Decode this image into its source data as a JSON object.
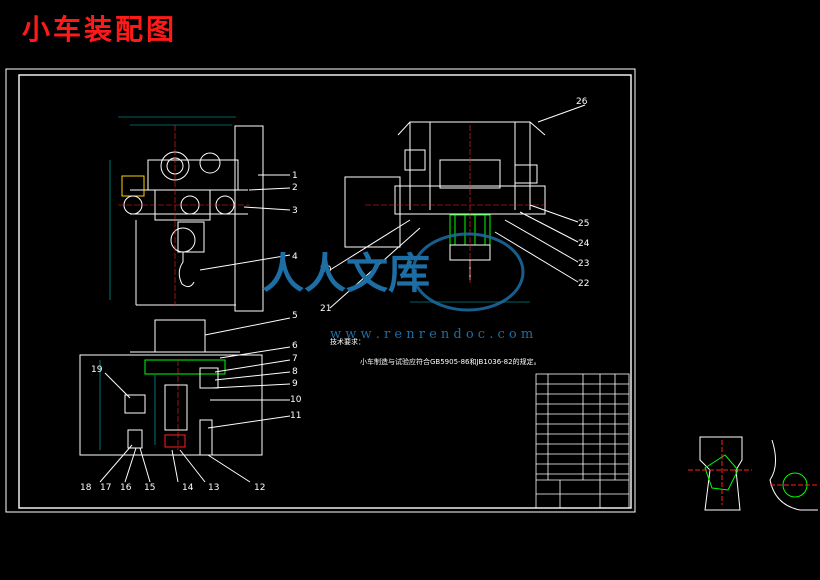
{
  "page": {
    "title": "小车装配图"
  },
  "watermark": {
    "brand": "人人文库",
    "url": "w w w . r e n r e n d o c . c o m"
  },
  "tech_requirements": {
    "heading": "技术要求：",
    "line1": "小车制造与试验应符合GB5905-86和JB1036-82的规定。"
  },
  "part_callouts": [
    "1",
    "2",
    "3",
    "4",
    "5",
    "6",
    "7",
    "8",
    "9",
    "10",
    "11",
    "12",
    "13",
    "14",
    "15",
    "16",
    "17",
    "18",
    "19",
    "20",
    "21",
    "22",
    "23",
    "24",
    "25",
    "26"
  ],
  "colors": {
    "title": "#ff1a1a",
    "lines": "#ffffff",
    "center_lines": "#ff2020",
    "dims": "#00c0c0",
    "parts": "#00ff00",
    "watermark": "#1c6ea4"
  }
}
